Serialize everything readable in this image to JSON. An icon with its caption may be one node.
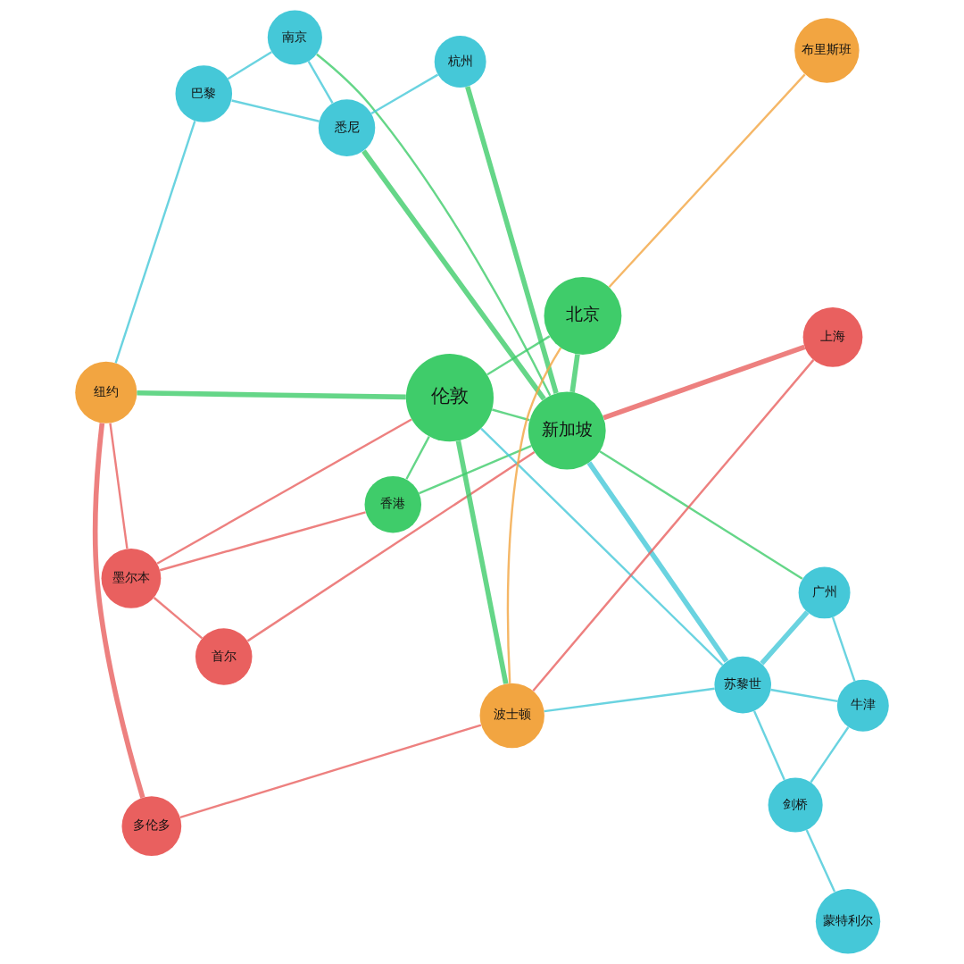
{
  "diagram": {
    "nodes": [
      {
        "text": [
          "新加坡"
        ]
      },
      {
        "text": [
          "北京"
        ]
      },
      {
        "text": [
          "首尔"
        ]
      },
      {
        "text": [
          "伦敦"
        ]
      },
      {
        "text": [
          "上海"
        ]
      },
      {
        "text": [
          "香港"
        ]
      },
      {
        "text": [
          "多伦多"
        ]
      },
      {
        "text": [
          "布里斯班"
        ]
      },
      {
        "text": [
          "蒙特利尔"
        ]
      },
      {
        "text": [
          "墨尔本"
        ]
      },
      {
        "text": [
          "剑桥"
        ]
      },
      {
        "text": [
          "波士顿"
        ]
      },
      {
        "text": [
          "牛津"
        ]
      },
      {
        "text": [
          "苏黎世"
        ]
      },
      {
        "text": [
          "纽约"
        ]
      },
      {
        "text": [
          "巴黎"
        ]
      },
      {
        "text": [
          "广州"
        ]
      },
      {
        "text": [
          "南京"
        ]
      },
      {
        "text": [
          "悉尼"
        ]
      },
      {
        "text": [
          "杭州"
        ]
      }
    ],
    "edges": [
      {
        "from": 0,
        "to": 1,
        "arrow": "none",
        "style": "thick",
        "color": "#3fcc6a"
      },
      {
        "from": 0,
        "to": 3,
        "arrow": "none",
        "color": "#3fcc6a"
      },
      {
        "from": 1,
        "to": 3,
        "arrow": "none",
        "color": "#3fcc6a"
      },
      {
        "from": 0,
        "to": 5,
        "arrow": "none",
        "color": "#3fcc6a"
      },
      {
        "from": 0,
        "to": 2,
        "arrow": "none",
        "color": "#e9605f"
      },
      {
        "from": 0,
        "to": 4,
        "arrow": "none",
        "style": "thick",
        "color": "#e9605f"
      },
      {
        "from": 0,
        "to": 13,
        "arrow": "none",
        "style": "thick",
        "color": "#45c8d8"
      },
      {
        "from": 0,
        "to": 18,
        "arrow": "none",
        "style": "thick",
        "color": "#3fcc6a"
      },
      {
        "from": 0,
        "to": 19,
        "arrow": "none",
        "style": "thick",
        "color": "#3fcc6a"
      },
      {
        "from": 0,
        "to": 17,
        "arrow": "none",
        "color": "#3fcc6a"
      },
      {
        "from": 0,
        "to": 16,
        "arrow": "none",
        "color": "#3fcc6a"
      },
      {
        "from": 3,
        "to": 5,
        "arrow": "none",
        "color": "#3fcc6a"
      },
      {
        "from": 3,
        "to": 11,
        "arrow": "none",
        "style": "thick",
        "color": "#3fcc6a"
      },
      {
        "from": 3,
        "to": 14,
        "arrow": "none",
        "style": "thick",
        "color": "#3fcc6a"
      },
      {
        "from": 11,
        "to": 1,
        "arrow": "none",
        "color": "#f2a541"
      },
      {
        "from": 2,
        "to": 9,
        "arrow": "none",
        "color": "#e9605f"
      },
      {
        "from": 4,
        "to": 11,
        "arrow": "none",
        "color": "#e9605f"
      },
      {
        "from": 6,
        "to": 11,
        "arrow": "none",
        "color": "#e9605f"
      },
      {
        "from": 6,
        "to": 14,
        "arrow": "none",
        "style": "thick",
        "color": "#e9605f"
      },
      {
        "from": 9,
        "to": 14,
        "arrow": "none",
        "color": "#e9605f"
      },
      {
        "from": 9,
        "to": 3,
        "arrow": "none",
        "color": "#e9605f"
      },
      {
        "from": 9,
        "to": 5,
        "arrow": "none",
        "color": "#e9605f"
      },
      {
        "from": 3,
        "to": 13,
        "arrow": "none",
        "color": "#45c8d8"
      },
      {
        "from": 13,
        "to": 16,
        "arrow": "none",
        "style": "thick",
        "color": "#45c8d8"
      },
      {
        "from": 15,
        "to": 17,
        "arrow": "none",
        "color": "#45c8d8"
      },
      {
        "from": 17,
        "to": 18,
        "arrow": "none",
        "color": "#45c8d8"
      },
      {
        "from": 15,
        "to": 18,
        "arrow": "none",
        "color": "#45c8d8"
      },
      {
        "from": 10,
        "to": 12,
        "arrow": "none",
        "color": "#45c8d8"
      },
      {
        "from": 14,
        "to": 15,
        "arrow": "none",
        "color": "#45c8d8"
      },
      {
        "from": 11,
        "to": 13,
        "arrow": "none",
        "color": "#45c8d8"
      },
      {
        "from": 7,
        "to": 1,
        "arrow": "none",
        "color": "#f2a541"
      },
      {
        "from": 8,
        "to": 10,
        "arrow": "none",
        "color": "#45c8d8"
      },
      {
        "from": 10,
        "to": 13,
        "arrow": "none",
        "color": "#45c8d8"
      },
      {
        "from": 12,
        "to": 13,
        "arrow": "none",
        "color": "#45c8d8"
      },
      {
        "from": 12,
        "to": 16,
        "arrow": "none",
        "color": "#45c8d8"
      },
      {
        "from": 18,
        "to": 19,
        "arrow": "none",
        "color": "#45c8d8"
      }
    ]
  }
}
